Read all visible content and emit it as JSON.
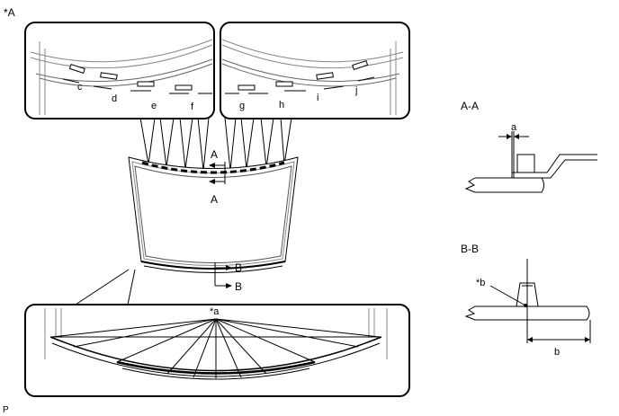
{
  "figure_id": "*A",
  "footer_code": "P",
  "windshield": {
    "top_callouts": [
      "c",
      "d",
      "e",
      "f",
      "g",
      "h",
      "i",
      "j"
    ],
    "section_a_label": "A",
    "section_b_label": "B",
    "bottom_callout": "*a"
  },
  "section_aa": {
    "title": "A-A",
    "dimension_label": "a"
  },
  "section_bb": {
    "title": "B-B",
    "point_label": "*b",
    "dimension_label": "b"
  }
}
